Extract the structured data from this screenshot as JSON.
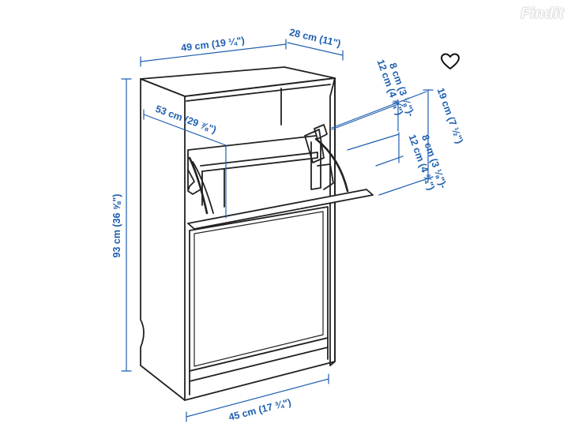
{
  "brand": {
    "logo_text": "Findit"
  },
  "colors": {
    "dimension": "#1f5fb0",
    "drawing": "#222222"
  },
  "icons": {
    "favorite": "heart-icon"
  },
  "dimensions": {
    "top_width": "49 cm (19 ¼\")",
    "top_depth": "28 cm (11\")",
    "height": "93 cm (36 ⅝\")",
    "inner_depth": "53 cm (29 ⅞\")",
    "base_width": "45 cm (17 ¾\")",
    "flap_gap_a": "8 cm (3 ⅛\")-",
    "flap_gap_b": "12 cm (4 ¾\")",
    "right_height": "19 cm (7 ½\")",
    "lower_gap_a": "8 cm (3 ⅛\")-",
    "lower_gap_b": "12 cm (4 ¾\")"
  }
}
